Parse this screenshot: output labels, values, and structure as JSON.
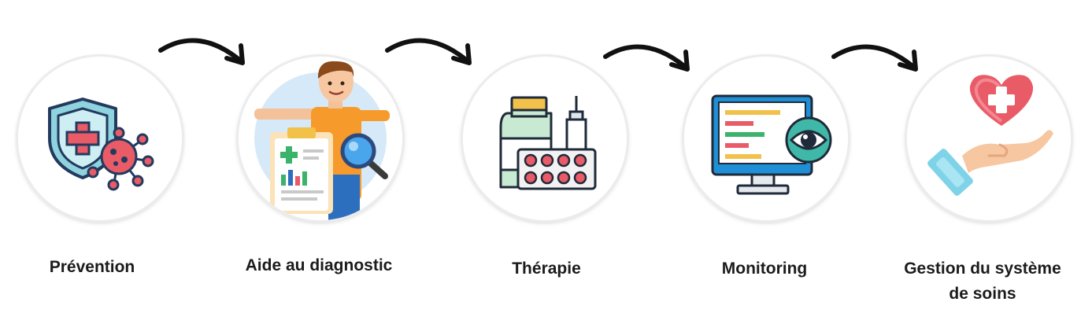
{
  "steps": [
    {
      "id": "prevention",
      "label": "Prévention",
      "icon": "shield-virus-icon"
    },
    {
      "id": "diagnostic",
      "label": "Aide au diagnostic",
      "icon": "doctor-clipboard-magnifier-icon"
    },
    {
      "id": "therapie",
      "label": "Thérapie",
      "icon": "medicine-bottle-syringe-pills-icon"
    },
    {
      "id": "monitoring",
      "label": "Monitoring",
      "icon": "monitor-eye-icon"
    },
    {
      "id": "gestion",
      "label": "Gestion du système\nde soins",
      "icon": "hand-heart-icon"
    }
  ],
  "colors": {
    "text": "#1b1b1b",
    "arrow": "#111111",
    "circle_border": "#ececec",
    "red": "#e95b67",
    "teal": "#7fcbd6",
    "blue_dark": "#2a4a8a",
    "green": "#3bb36b",
    "orange": "#f79a2c"
  }
}
